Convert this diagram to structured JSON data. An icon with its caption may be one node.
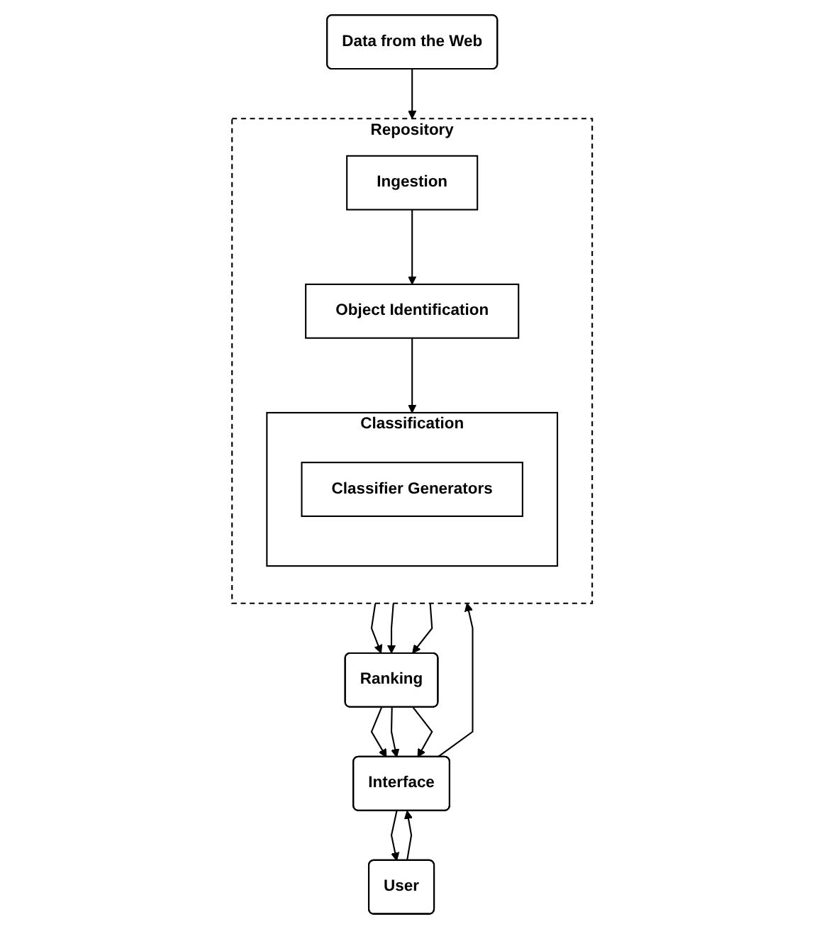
{
  "diagram": {
    "nodes": [
      {
        "text": [
          "Data from the Web"
        ]
      },
      {
        "text": [
          "Repository"
        ]
      },
      {
        "text": [
          "Ingestion"
        ],
        "in": 1
      },
      {
        "text": [
          "Object Identification"
        ],
        "in": 1
      },
      {
        "text": [
          "Classification"
        ],
        "in": 1
      },
      {
        "text": [
          "Classifier Generators"
        ],
        "in": 4
      },
      {
        "text": [
          "Ranking"
        ]
      },
      {
        "text": [
          "Interface"
        ]
      },
      {
        "text": [
          "User"
        ]
      }
    ],
    "edges": [
      {
        "from": 0,
        "to": 1,
        "arrow": "to"
      },
      {
        "from": 2,
        "to": 3,
        "arrow": "to"
      },
      {
        "from": 3,
        "to": 4,
        "arrow": "to"
      },
      {
        "from": 1,
        "to": 6,
        "arrow": "to"
      },
      {
        "from": 1,
        "to": 6,
        "arrow": "to"
      },
      {
        "from": 1,
        "to": 6,
        "arrow": "to"
      },
      {
        "from": 6,
        "to": 7,
        "arrow": "to"
      },
      {
        "from": 6,
        "to": 7,
        "arrow": "to"
      },
      {
        "from": 6,
        "to": 7,
        "arrow": "to"
      },
      {
        "from": 7,
        "to": 1,
        "arrow": "to"
      },
      {
        "from": 8,
        "to": 7,
        "arrow": "to"
      },
      {
        "from": 7,
        "to": 8,
        "arrow": "to"
      }
    ]
  }
}
